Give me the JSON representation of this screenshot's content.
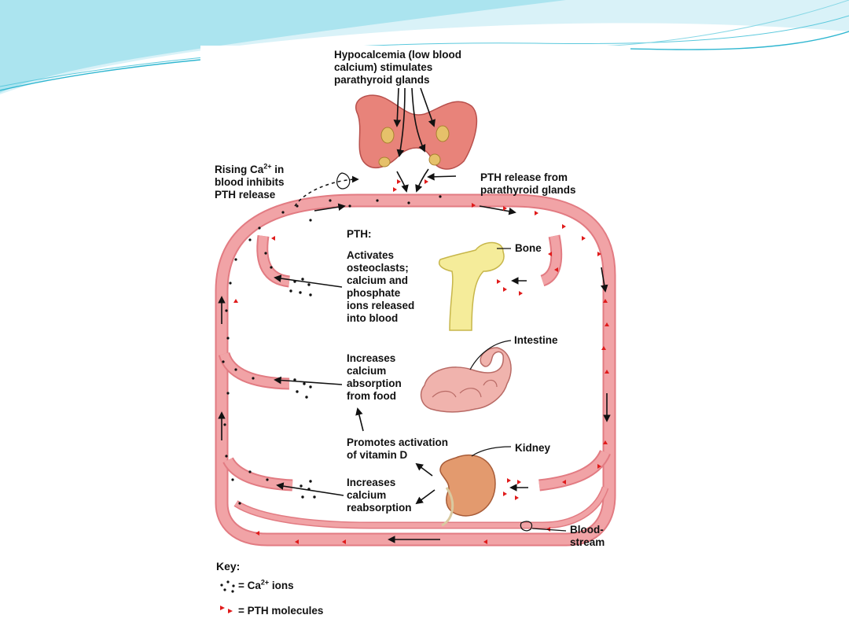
{
  "theme": {
    "wave_color": "#6fd3e4",
    "vessel_color": "#f1a3a6",
    "vessel_edge": "#e27b82",
    "pth_color": "#e01b1b",
    "ca_color": "#111111",
    "parathyroid_color": "#e8837a",
    "gland_color": "#e6c16a",
    "bone_color": "#f5ec9a",
    "intestine_color": "#f0b3ad",
    "kidney_color": "#e39a6e"
  },
  "labels": {
    "top": "Hypocalcemia (low blood\ncalcium) stimulates\nparathyroid glands",
    "rising_a": "Rising Ca",
    "rising_sup": "2+",
    "rising_b": " in\nblood inhibits\nPTH release",
    "pth_release": "PTH release from\nparathyroid glands",
    "pth_heading": "PTH:",
    "bone_action": "Activates\nosteoclasts;\ncalcium and\nphosphate\nions released\ninto blood",
    "bone": "Bone",
    "intestine": "Intestine",
    "intestine_action": "Increases\ncalcium\nabsorption\nfrom food",
    "vitamin_d": "Promotes activation\nof vitamin D",
    "kidney": "Kidney",
    "kidney_action": "Increases\ncalcium\nreabsorption",
    "bloodstream": "Blood-\nstream"
  },
  "key": {
    "title": "Key:",
    "ca_a": "= Ca",
    "ca_sup": "2+",
    "ca_b": " ions",
    "pth": "= PTH molecules"
  }
}
